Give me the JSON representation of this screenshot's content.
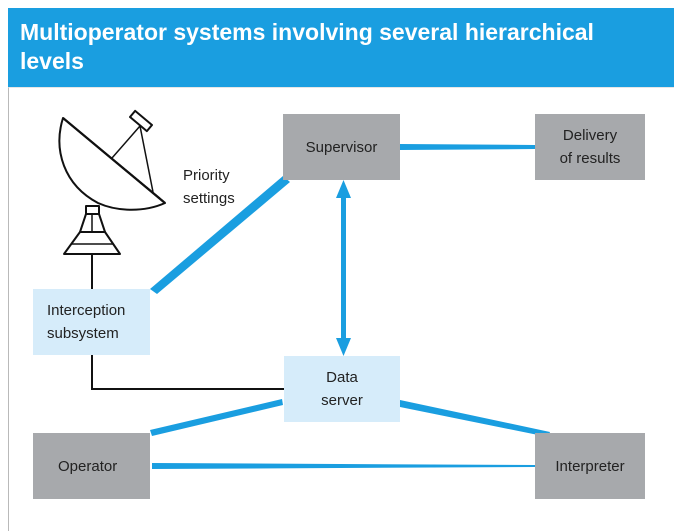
{
  "title": "Multioperator systems involving several hierarchical levels",
  "colors": {
    "header_bg": "#1a9ee0",
    "header_text": "#ffffff",
    "connector": "#1a9ee0",
    "grey_box": "#a7a9ac",
    "light_box": "#d6ecfa",
    "cable": "#111111"
  },
  "nodes": {
    "supervisor": "Supervisor",
    "delivery": [
      "Delivery",
      "of results"
    ],
    "interception": [
      "Interception",
      "subsystem"
    ],
    "data_server": [
      "Data",
      "server"
    ],
    "operator": "Operator",
    "interpreter": "Interpreter"
  },
  "antenna": {
    "icon": "satellite-dish-icon",
    "label": [
      "Priority",
      "settings"
    ]
  }
}
